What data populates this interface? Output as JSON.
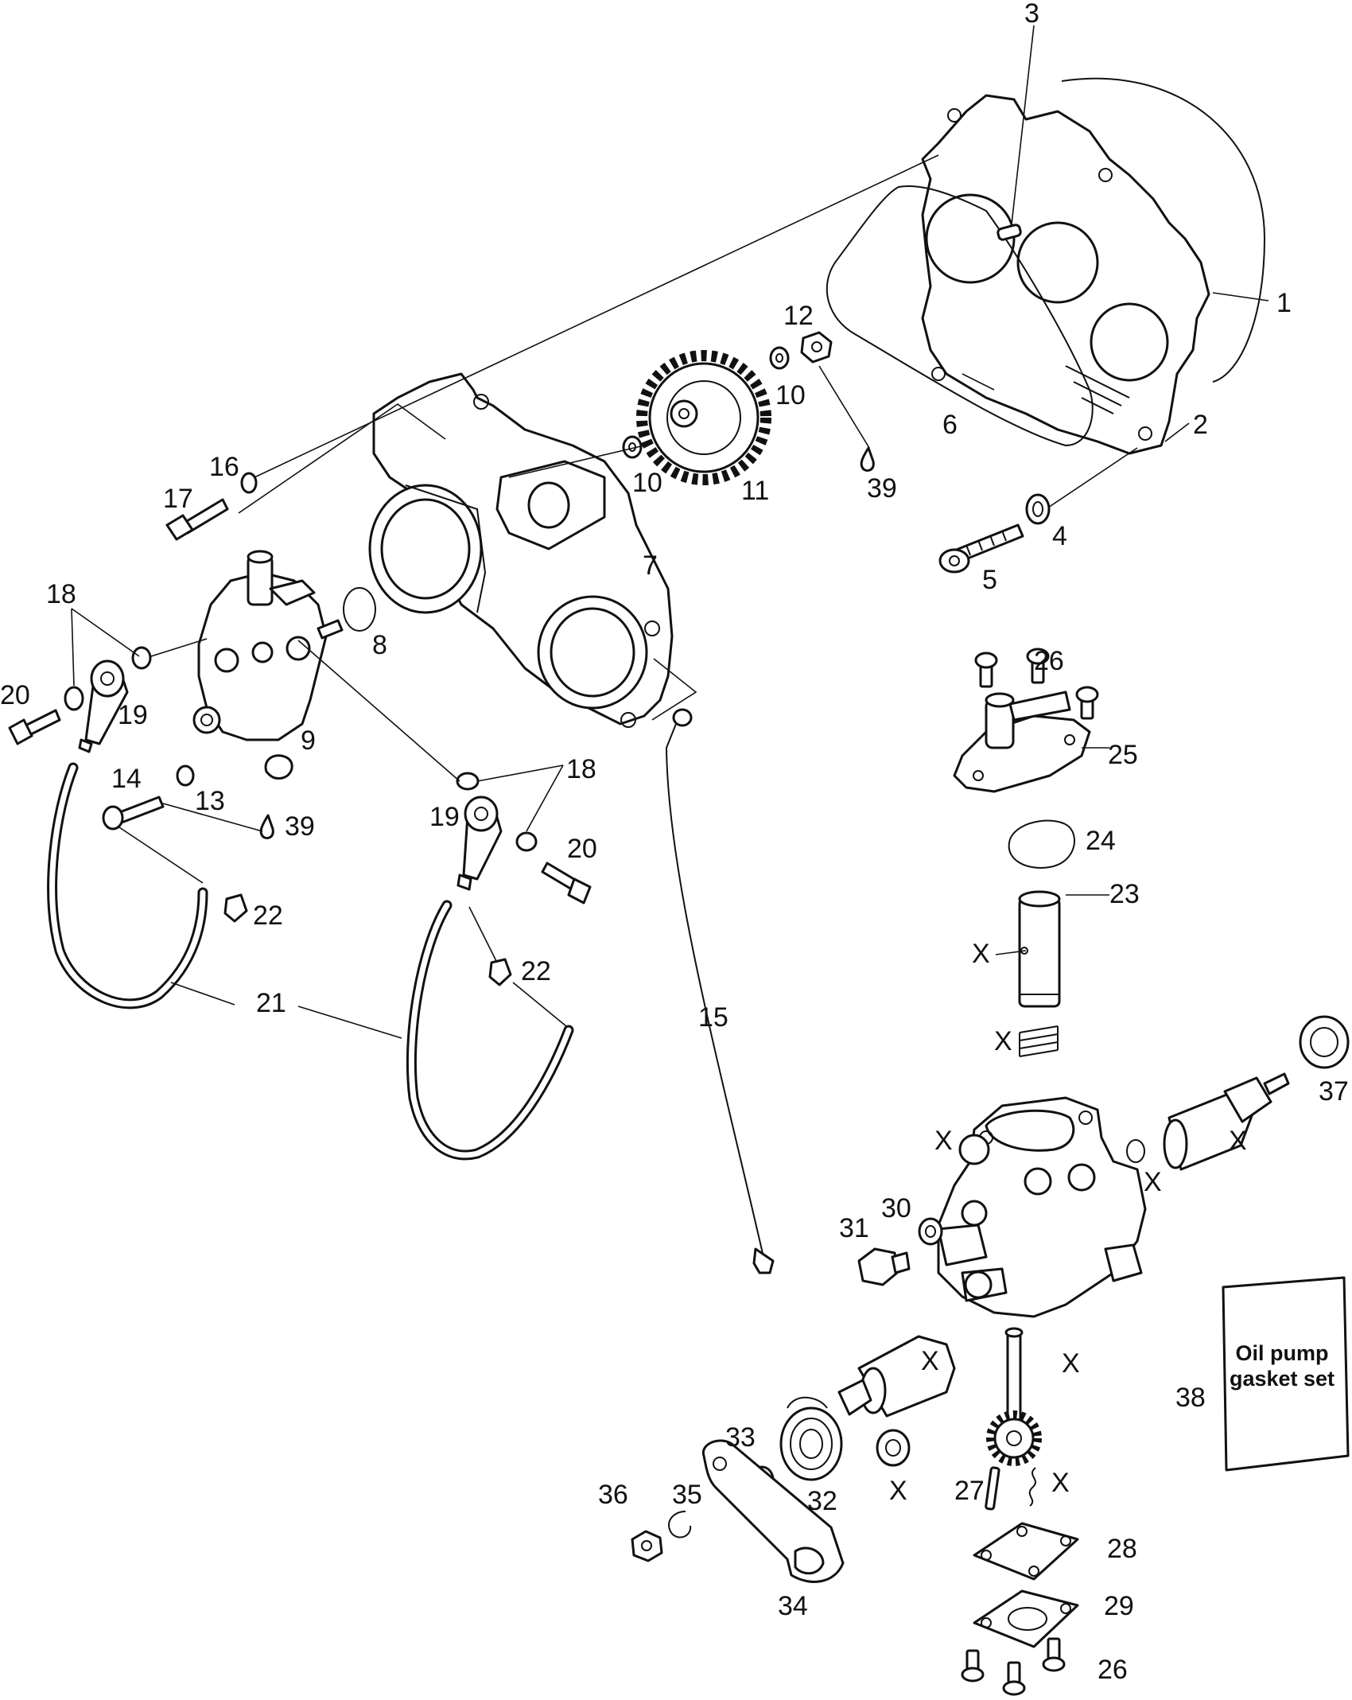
{
  "diagram": {
    "part_numbers": {
      "p1": "1",
      "p2": "2",
      "p3": "3",
      "p4": "4",
      "p5": "5",
      "p6": "6",
      "p7": "7",
      "p8": "8",
      "p9": "9",
      "p10a": "10",
      "p10b": "10",
      "p11": "11",
      "p12": "12",
      "p13": "13",
      "p14": "14",
      "p15": "15",
      "p16": "16",
      "p17": "17",
      "p18a": "18",
      "p18b": "18",
      "p19a": "19",
      "p19b": "19",
      "p20a": "20",
      "p20b": "20",
      "p21": "21",
      "p22a": "22",
      "p22b": "22",
      "p23": "23",
      "p24": "24",
      "p25": "25",
      "p26a": "26",
      "p26b": "26",
      "p27": "27",
      "p28": "28",
      "p29": "29",
      "p30": "30",
      "p31": "31",
      "p32": "32",
      "p33": "33",
      "p34": "34",
      "p35": "35",
      "p36": "36",
      "p37": "37",
      "p38": "38",
      "p39a": "39",
      "p39b": "39"
    },
    "x_marker": "X",
    "gasket_bag": {
      "line1": "Oil pump",
      "line2": "gasket set"
    }
  }
}
